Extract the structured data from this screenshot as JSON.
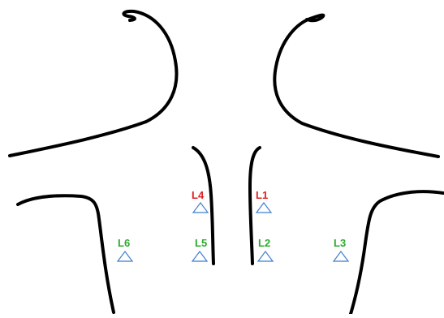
{
  "colors": {
    "outline": "#000000",
    "marker_stroke": "#3f7fcf",
    "label_red": "#e02020",
    "label_green": "#2eaa2e"
  },
  "markers": [
    {
      "label": "L4",
      "color": "red",
      "icon": "triangle-marker-icon"
    },
    {
      "label": "L1",
      "color": "red",
      "icon": "triangle-marker-icon"
    },
    {
      "label": "L6",
      "color": "green",
      "icon": "triangle-marker-icon"
    },
    {
      "label": "L5",
      "color": "green",
      "icon": "triangle-marker-icon"
    },
    {
      "label": "L2",
      "color": "green",
      "icon": "triangle-marker-icon"
    },
    {
      "label": "L3",
      "color": "green",
      "icon": "triangle-marker-icon"
    }
  ]
}
